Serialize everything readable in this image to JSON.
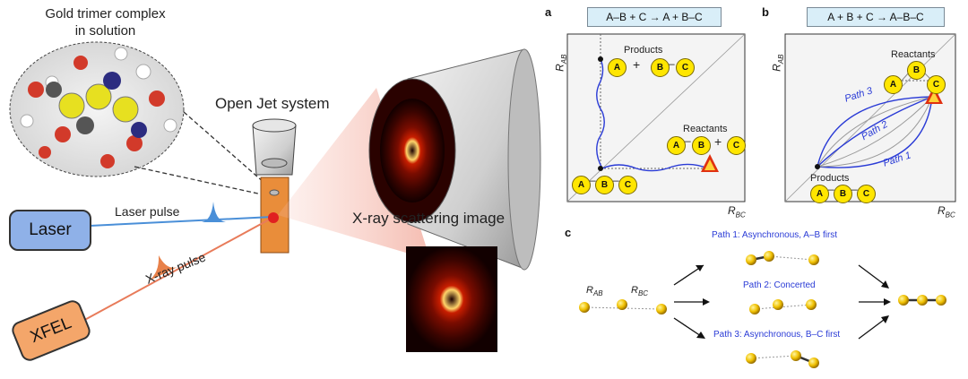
{
  "left": {
    "complex_title": [
      "Gold trimer complex",
      "in solution"
    ],
    "open_jet": "Open Jet system",
    "laser_box": "Laser",
    "laser_pulse": "Laser pulse",
    "xfel_box": "XFEL",
    "xray_pulse": "X-ray pulse",
    "scattering": "X-ray scattering image"
  },
  "panel_a": {
    "letter": "a",
    "equation": "A–B + C → A + B–C",
    "y_axis": "R",
    "y_sub": "AB",
    "x_axis": "R",
    "x_sub": "BC",
    "products_label": "Products",
    "reactants_label": "Reactants",
    "plus": "+",
    "beads": {
      "A": "A",
      "B": "B",
      "C": "C"
    },
    "dash": "–"
  },
  "panel_b": {
    "letter": "b",
    "equation": "A + B + C → A–B–C",
    "y_axis": "R",
    "y_sub": "AB",
    "x_axis": "R",
    "x_sub": "BC",
    "reactants_label": "Reactants",
    "products_label": "Products",
    "paths": [
      "Path 3",
      "Path 2",
      "Path 1"
    ]
  },
  "panel_c": {
    "letter": "c",
    "path1": "Path 1: Asynchronous, A–B first",
    "path2": "Path 2: Concerted",
    "path3": "Path 3: Asynchronous, B–C first",
    "r_ab": "R",
    "r_ab_sub": "AB",
    "r_bc": "R",
    "r_bc_sub": "BC"
  },
  "colors": {
    "laser_box": "#8fb1e8",
    "xfel_box": "#f4a66a",
    "laser_beam": "#4a8fd8",
    "xray_beam": "#e87b5a",
    "bead_yellow": "#ffe600",
    "path_blue": "#2a3bd6",
    "equation_bg": "#d9eef8"
  }
}
